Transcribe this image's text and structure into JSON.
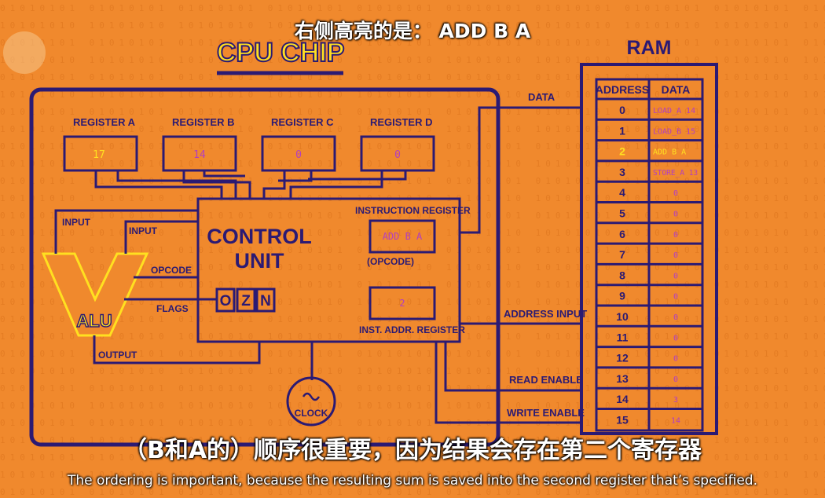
{
  "subtitles": {
    "top": "右侧高亮的是： ADD B A",
    "chinese": "（B和A的）顺序很重要，因为结果会存在第二个寄存器",
    "english": "The ordering is important, because the resulting sum is saved into the second register that’s specified."
  },
  "cpu": {
    "title": "CPU CHIP",
    "registers": [
      {
        "label": "REGISTER A",
        "value": "17"
      },
      {
        "label": "REGISTER B",
        "value": "14"
      },
      {
        "label": "REGISTER C",
        "value": "0"
      },
      {
        "label": "REGISTER D",
        "value": "0"
      }
    ],
    "control_unit": {
      "title_line1": "CONTROL",
      "title_line2": "UNIT",
      "flags": [
        "O",
        "Z",
        "N"
      ],
      "instruction_register_label": "INSTRUCTION REGISTER",
      "instruction_value": "ADD B A",
      "opcode_label": "(OPCODE)",
      "inst_addr_label": "INST. ADDR. REGISTER",
      "inst_addr_value": "2"
    },
    "alu": {
      "label": "ALU",
      "input1": "INPUT",
      "input2": "INPUT",
      "opcode": "OPCODE",
      "flags": "FLAGS",
      "output": "OUTPUT"
    },
    "clock": "CLOCK"
  },
  "bus_labels": {
    "data": "DATA",
    "address_input": "ADDRESS INPUT",
    "read_enable": "READ ENABLE",
    "write_enable": "WRITE ENABLE"
  },
  "ram": {
    "title": "RAM",
    "headers": [
      "ADDRESS",
      "DATA"
    ],
    "highlight_row": 2,
    "rows": [
      {
        "address": "0",
        "data": "LOAD_A 14"
      },
      {
        "address": "1",
        "data": "LOAD_B 15"
      },
      {
        "address": "2",
        "data": "ADD B A"
      },
      {
        "address": "3",
        "data": "STORE_A 13"
      },
      {
        "address": "4",
        "data": "0"
      },
      {
        "address": "5",
        "data": "0"
      },
      {
        "address": "6",
        "data": "0"
      },
      {
        "address": "7",
        "data": "0"
      },
      {
        "address": "8",
        "data": "0"
      },
      {
        "address": "9",
        "data": "0"
      },
      {
        "address": "10",
        "data": "0"
      },
      {
        "address": "11",
        "data": "0"
      },
      {
        "address": "12",
        "data": "0"
      },
      {
        "address": "13",
        "data": "0"
      },
      {
        "address": "14",
        "data": "3"
      },
      {
        "address": "15",
        "data": "14"
      }
    ]
  },
  "colors": {
    "background": "#f0892d",
    "line": "#2b1a73",
    "value_purple": "#b23ec0",
    "highlight_yellow": "#ffe020"
  }
}
